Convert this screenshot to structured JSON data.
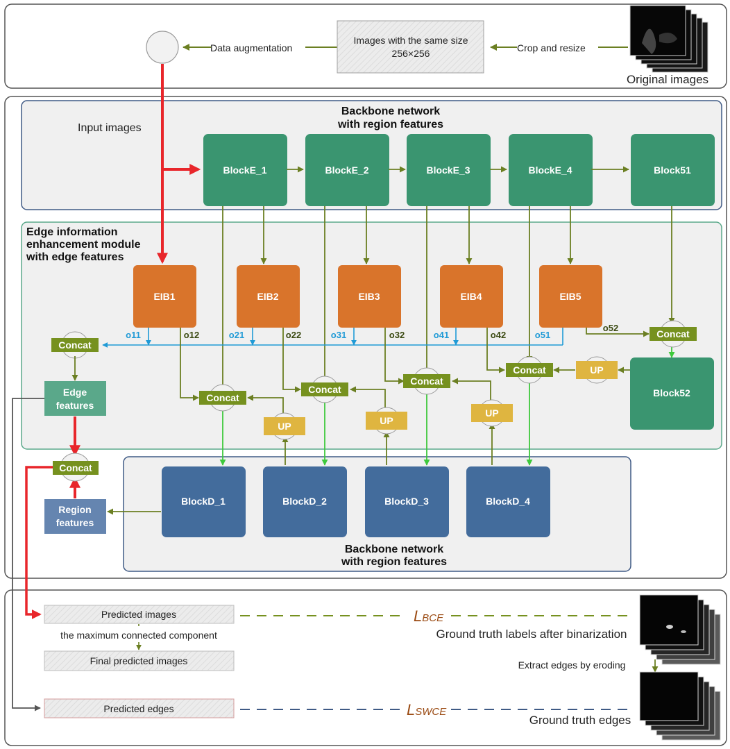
{
  "top_panel": {
    "data_augmentation": "Data augmentation",
    "same_size_line1": "Images with the same size",
    "same_size_line2": "256×256",
    "crop_resize": "Crop and resize",
    "original_images": "Original images"
  },
  "encoder": {
    "title_line1": "Backbone network",
    "title_line2": "with region features",
    "input_images": "Input images",
    "blocks": [
      "BlockE_1",
      "BlockE_2",
      "BlockE_3",
      "BlockE_4",
      "Block51"
    ],
    "block52": "Block52"
  },
  "eim": {
    "title_line1": "Edge information",
    "title_line2": "enhancement module",
    "title_line3": "with edge features",
    "blocks": [
      "EIB1",
      "EIB2",
      "EIB3",
      "EIB4",
      "EIB5"
    ],
    "outputs_blue": [
      "o11",
      "o21",
      "o31",
      "o41",
      "o51"
    ],
    "outputs_green": [
      "o12",
      "o22",
      "o32",
      "o42",
      "o52"
    ],
    "concat": "Concat",
    "up": "UP",
    "edge_features_line1": "Edge",
    "edge_features_line2": "features"
  },
  "decoder": {
    "blocks": [
      "BlockD_1",
      "BlockD_2",
      "BlockD_3",
      "BlockD_4"
    ],
    "title_line1": "Backbone network",
    "title_line2": "with region features",
    "region_features_line1": "Region",
    "region_features_line2": "features"
  },
  "bottom_panel": {
    "predicted_images": "Predicted images",
    "max_connected": "the maximum connected component",
    "final_predicted": "Final predicted images",
    "predicted_edges": "Predicted edges",
    "loss_bce": "L",
    "loss_bce_sub": "BCE",
    "loss_swce": "L",
    "loss_swce_sub": "SWCE",
    "gt_labels": "Ground truth labels after binarization",
    "extract_edges": "Extract edges by eroding",
    "gt_edges": "Ground truth edges"
  },
  "colors": {
    "encoder_block": "#3a9570",
    "eib_block": "#d9742b",
    "decoder_block": "#436c9c",
    "concat": "#76911f",
    "up": "#dfb540",
    "red_arrow": "#e8262b",
    "blue_arrow": "#1f9ad6",
    "green_arrow": "#3ec93c",
    "olive_arrow": "#6b7f22"
  }
}
